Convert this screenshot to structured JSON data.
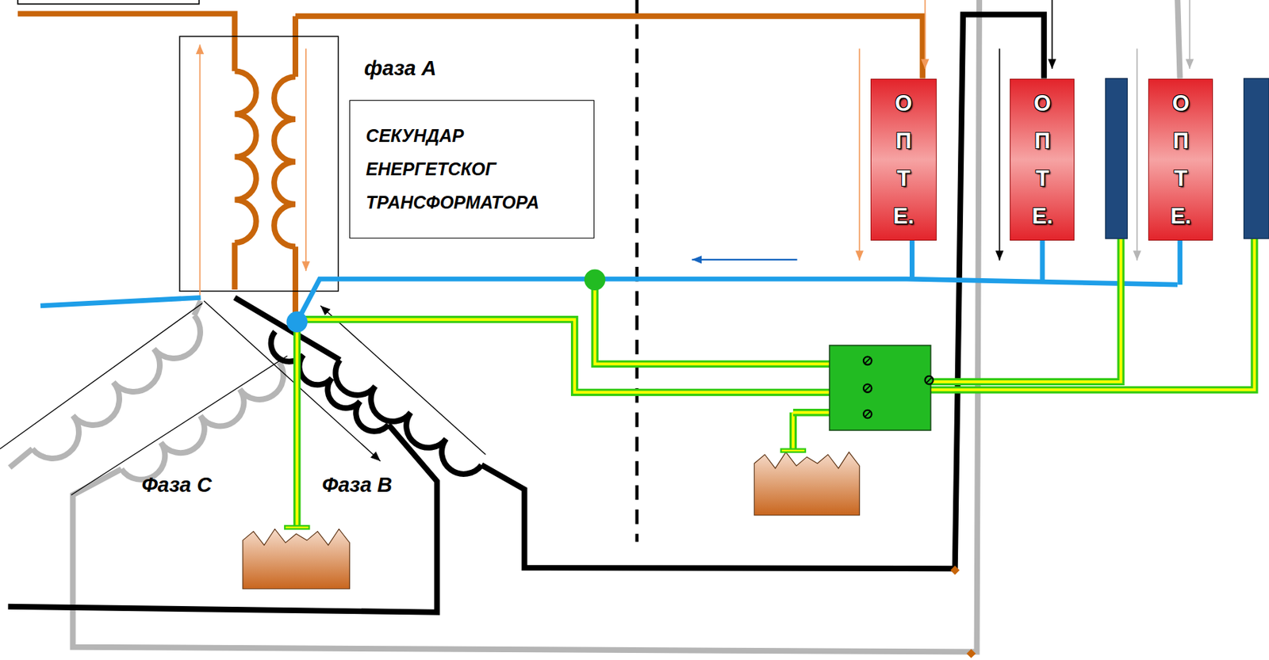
{
  "diagram": {
    "nodes": [
      {
        "text": [
          "СЕКУНДАР ЕНЕРГЕТСКОГ ТРАНСФОРМАТОРА"
        ]
      },
      {
        "text": [
          "О П Т Е."
        ]
      },
      {
        "text": [
          "О П Т Е."
        ]
      },
      {
        "text": [
          "О П Т Е."
        ]
      }
    ],
    "labels": [
      "фаза А",
      "Фаза C",
      "Фаза B"
    ]
  }
}
